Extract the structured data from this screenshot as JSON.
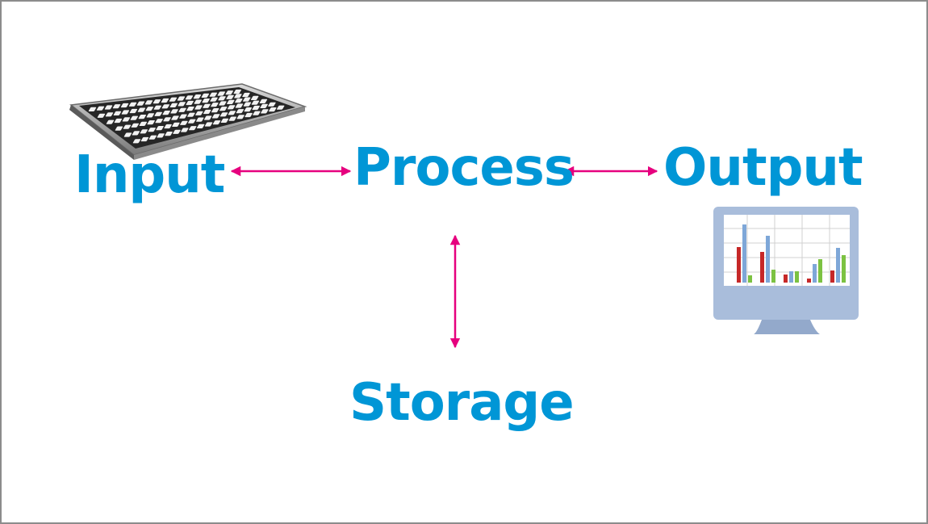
{
  "diagram": {
    "nodes": {
      "input": "Input",
      "process": "Process",
      "output": "Output",
      "storage": "Storage"
    },
    "edges": [
      {
        "from": "input",
        "to": "process",
        "direction": "both"
      },
      {
        "from": "process",
        "to": "output",
        "direction": "both"
      },
      {
        "from": "process",
        "to": "storage",
        "direction": "both"
      }
    ]
  },
  "icons": {
    "input": "keyboard-icon",
    "output": "monitor-chart-icon"
  },
  "colors": {
    "label": "#0096d6",
    "arrow": "#e6007e",
    "frame_border": "#8c8c8c",
    "monitor": "#a9bddb",
    "bar_red": "#c62828",
    "bar_blue": "#7ea7d8",
    "bar_green": "#7cc242"
  }
}
